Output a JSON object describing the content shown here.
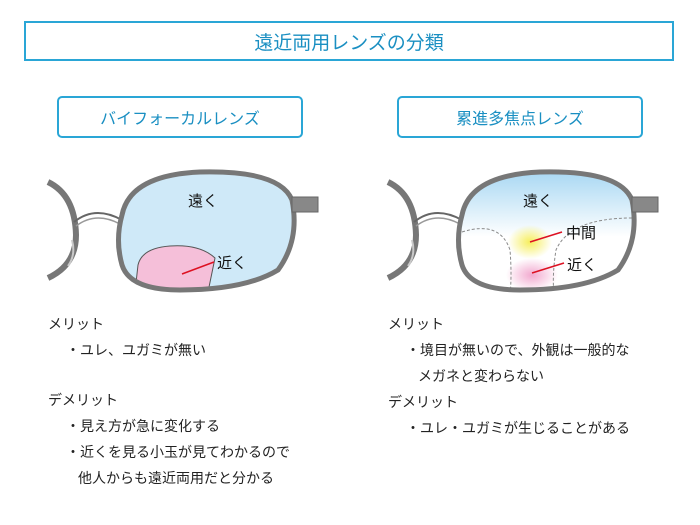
{
  "title": "遠近両用レンズの分類",
  "left": {
    "label": "バイフォーカルレンズ",
    "lens": {
      "far": "遠く",
      "near": "近く"
    },
    "merit_head": "メリット",
    "merits": [
      "・ユレ、ユガミが無い"
    ],
    "demerit_head": "デメリット",
    "demerits": [
      "・見え方が急に変化する",
      "・近くを見る小玉が見てわかるので"
    ],
    "demerit_cont": "他人からも遠近両用だと分かる"
  },
  "right": {
    "label": "累進多焦点レンズ",
    "lens": {
      "far": "遠く",
      "middle": "中間",
      "near": "近く"
    },
    "merit_head": "メリット",
    "merits": [
      "・境目が無いので、外観は一般的な"
    ],
    "merit_cont": "メガネと変わらない",
    "demerit_head": "デメリット",
    "demerits": [
      "・ユレ・ユガミが生じることがある"
    ]
  },
  "colors": {
    "accent": "#2aa6d6",
    "lens_blue": "#cfe9f8",
    "near_pink": "#f5bfd9",
    "middle_yellow": "#f7ef6a",
    "frame": "#777777"
  }
}
